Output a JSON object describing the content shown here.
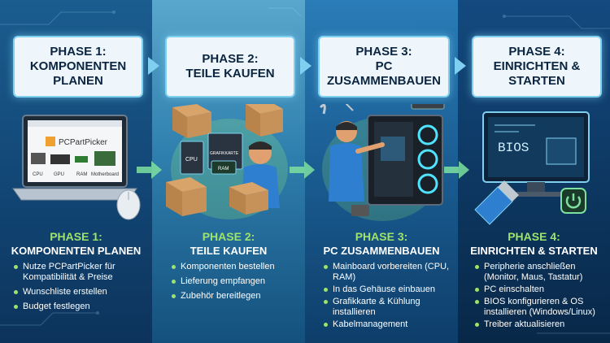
{
  "phases": [
    {
      "header_line1": "PHASE 1:",
      "header_line2": "KOMPONENTEN",
      "header_line3": "PLANEN",
      "title_sub": "PHASE 1:",
      "title_main": "KOMPONENTEN PLANEN",
      "bullets": [
        "Nutze PCPartPicker für Kompatibilität & Preise",
        "Wunschliste erstellen",
        "Budget festlegen"
      ]
    },
    {
      "header_line1": "PHASE 2:",
      "header_line2": "TEILE KAUFEN",
      "header_line3": "",
      "title_sub": "PHASE 2:",
      "title_main": "TEILE KAUFEN",
      "bullets": [
        "Komponenten bestellen",
        "Lieferung empfangen",
        "Zubehör bereitlegen"
      ]
    },
    {
      "header_line1": "PHASE 3:",
      "header_line2": "PC ZUSAMMENBAUEN",
      "header_line3": "",
      "title_sub": "PHASE 3:",
      "title_main": "PC ZUSAMMENBAUEN",
      "bullets": [
        "Mainboard vorbereiten (CPU, RAM)",
        "In das Gehäuse einbauen",
        "Grafikkarte & Kühlung installieren",
        "Kabelmanagement"
      ]
    },
    {
      "header_line1": "PHASE 4:",
      "header_line2": "EINRICHTEN &",
      "header_line3": "STARTEN",
      "title_sub": "PHASE 4:",
      "title_main": "EINRICHTEN & STARTEN",
      "bullets": [
        "Peripherie anschließen (Monitor, Maus, Tastatur)",
        "PC einschalten",
        "BIOS konfigurieren & OS installieren (Windows/Linux)",
        "Treiber aktualisieren"
      ]
    }
  ],
  "scene_labels": {
    "pcpartpicker": "PCPartPicker",
    "cpu": "CPU",
    "gpu": "GPU",
    "ram": "RAM",
    "motherboard": "Motherboard",
    "box_cpu": "CPU",
    "box_grafikkarte": "GRAFIKKARTE",
    "box_ram": "RAM",
    "bios": "BIOS"
  },
  "colors": {
    "accent_green": "#9ee36b",
    "header_bg": "#eef6fb",
    "glow": "#7fd0f0"
  }
}
